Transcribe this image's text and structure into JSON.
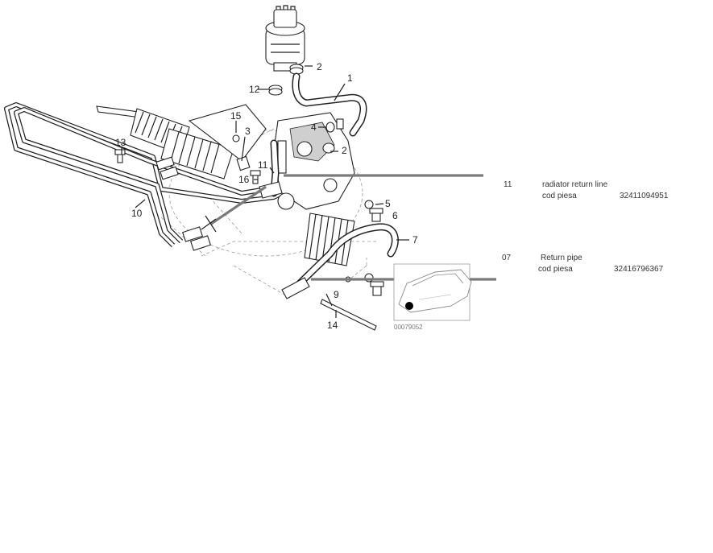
{
  "callouts": [
    {
      "id": "c1",
      "label": "1"
    },
    {
      "id": "c2a",
      "label": "2"
    },
    {
      "id": "c2b",
      "label": "2"
    },
    {
      "id": "c3",
      "label": "3"
    },
    {
      "id": "c4",
      "label": "4"
    },
    {
      "id": "c5",
      "label": "5"
    },
    {
      "id": "c6",
      "label": "6"
    },
    {
      "id": "c7",
      "label": "7"
    },
    {
      "id": "c9",
      "label": "9"
    },
    {
      "id": "c10",
      "label": "10"
    },
    {
      "id": "c11",
      "label": "11"
    },
    {
      "id": "c12",
      "label": "12"
    },
    {
      "id": "c13",
      "label": "13"
    },
    {
      "id": "c14",
      "label": "14"
    },
    {
      "id": "c15",
      "label": "15"
    },
    {
      "id": "c16",
      "label": "16"
    }
  ],
  "notes": [
    {
      "number": "11",
      "description": "radiator return line",
      "code_label": "cod piesa",
      "code": "32411094951"
    },
    {
      "number": "07",
      "description": "Return pipe",
      "code_label": "cod piesa",
      "code": "32416796367"
    }
  ],
  "inset": {
    "reference": "00079052"
  }
}
